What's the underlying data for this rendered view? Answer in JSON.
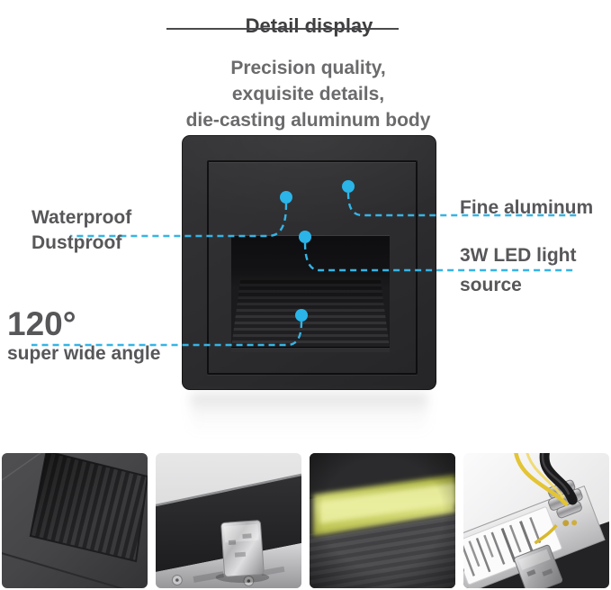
{
  "header": {
    "title": "Detail display",
    "subtitle_lines": [
      "Precision quality,",
      "exquisite details,",
      "die-casting aluminum body"
    ]
  },
  "callouts": {
    "waterproof": {
      "line1": "Waterproof",
      "line2": "Dustproof"
    },
    "fine_aluminum": {
      "label": "Fine aluminum"
    },
    "led": {
      "line1": "3W LED light",
      "line2": "source"
    },
    "angle": {
      "value": "120°",
      "label": "super wide angle"
    }
  },
  "colors": {
    "accent_cyan": "#2ab4e8",
    "title_text": "#3e3e40",
    "subtitle_text": "#6b6b6d",
    "label_text": "#57575a",
    "product_body": "#2c2c2e",
    "led_glow": "#d9df7a"
  },
  "thumbnails": [
    {
      "name": "louver-grill-angle-photo"
    },
    {
      "name": "mounting-clip-closeup-photo"
    },
    {
      "name": "led-glow-closeup-photo"
    },
    {
      "name": "back-plate-wiring-photo"
    }
  ]
}
